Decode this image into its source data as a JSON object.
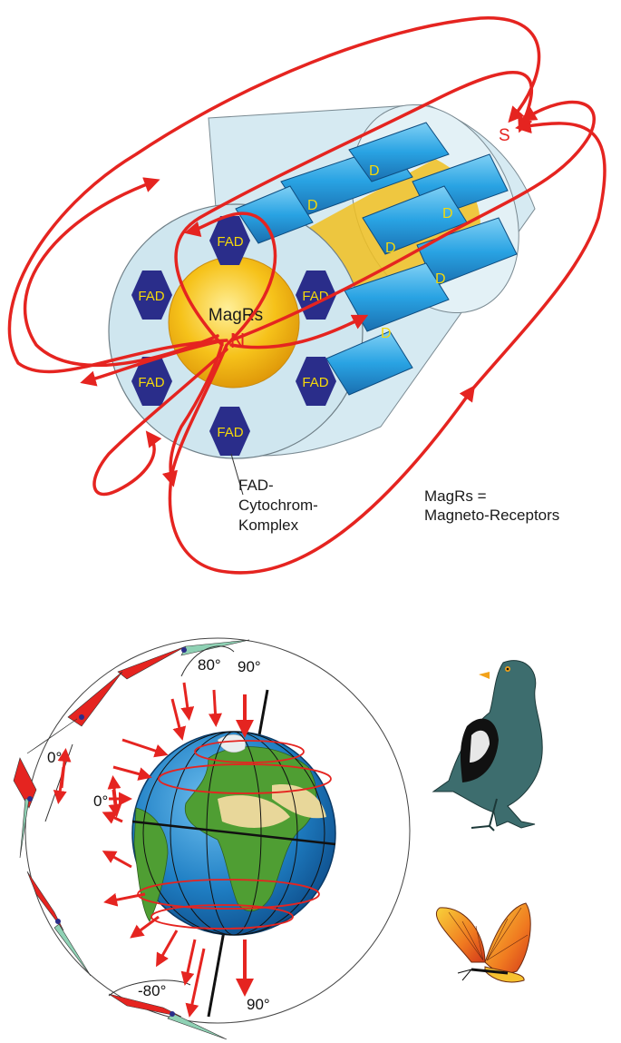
{
  "top_diagram": {
    "pole_south": "S",
    "pole_north": "N",
    "core_label": "MagRs",
    "hex_label": "FAD",
    "hex_partial_label": "D",
    "complex_label": [
      "FAD-",
      "Cytochrom-",
      "Komplex"
    ],
    "legend": [
      "MagRs =",
      "Magneto-Receptors"
    ]
  },
  "bottom_diagram": {
    "angle_labels": {
      "north_80": "80°",
      "north_90": "90°",
      "equator_left": "0°",
      "equator_inner": "0°",
      "south_minus80": "-80°",
      "south_90": "90°"
    },
    "animals": [
      "pigeon",
      "butterfly"
    ]
  },
  "colors": {
    "field_line": "#e52420",
    "hexagon": "#2a2d8a",
    "hex_text": "#f5d90a",
    "rod": "#29a3e3",
    "core": "#f6c21a",
    "cylinder": "#cfe6ef",
    "ocean": "#1f7fc4",
    "land": "#4f9e33",
    "pigeon": "#3d6d6e",
    "compass_red": "#e52420",
    "compass_green": "#8fd1b4"
  }
}
